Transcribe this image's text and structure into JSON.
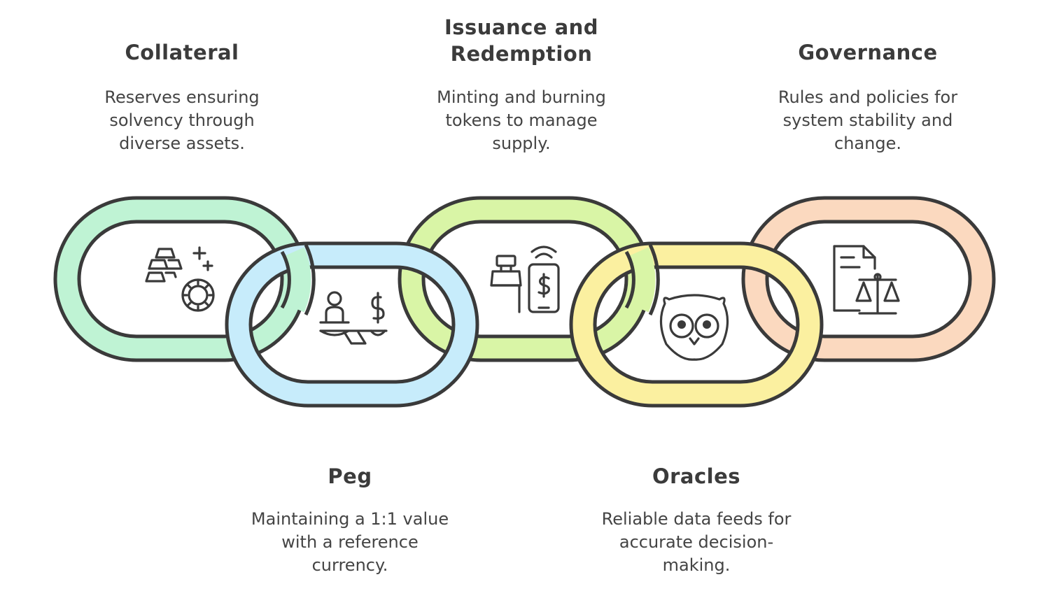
{
  "title": "Stablecoin system components",
  "colors": {
    "outline": "#3a3a3a",
    "collateral": "#bff3d4",
    "peg": "#c7ecfb",
    "issuance": "#d9f5a6",
    "oracles": "#fbf0a0",
    "governance": "#fbd9bf"
  },
  "components": {
    "collateral": {
      "title": "Collateral",
      "lines": [
        "Reserves ensuring",
        "solvency through",
        "diverse assets."
      ],
      "icon": "gold-bars-coin-icon"
    },
    "peg": {
      "title": "Peg",
      "lines": [
        "Maintaining a 1:1 value",
        "with a reference",
        "currency."
      ],
      "icon": "person-dollar-balance-icon"
    },
    "issuance": {
      "title_lines": [
        "Issuance and",
        "Redemption"
      ],
      "lines": [
        "Minting and burning",
        "tokens to manage",
        "supply."
      ],
      "icon": "cash-register-phone-icon"
    },
    "oracles": {
      "title": "Oracles",
      "lines": [
        "Reliable data feeds for",
        "accurate decision-",
        "making."
      ],
      "icon": "owl-icon"
    },
    "governance": {
      "title": "Governance",
      "lines": [
        "Rules and policies for",
        "system stability and",
        "change."
      ],
      "icon": "document-scales-icon"
    }
  }
}
